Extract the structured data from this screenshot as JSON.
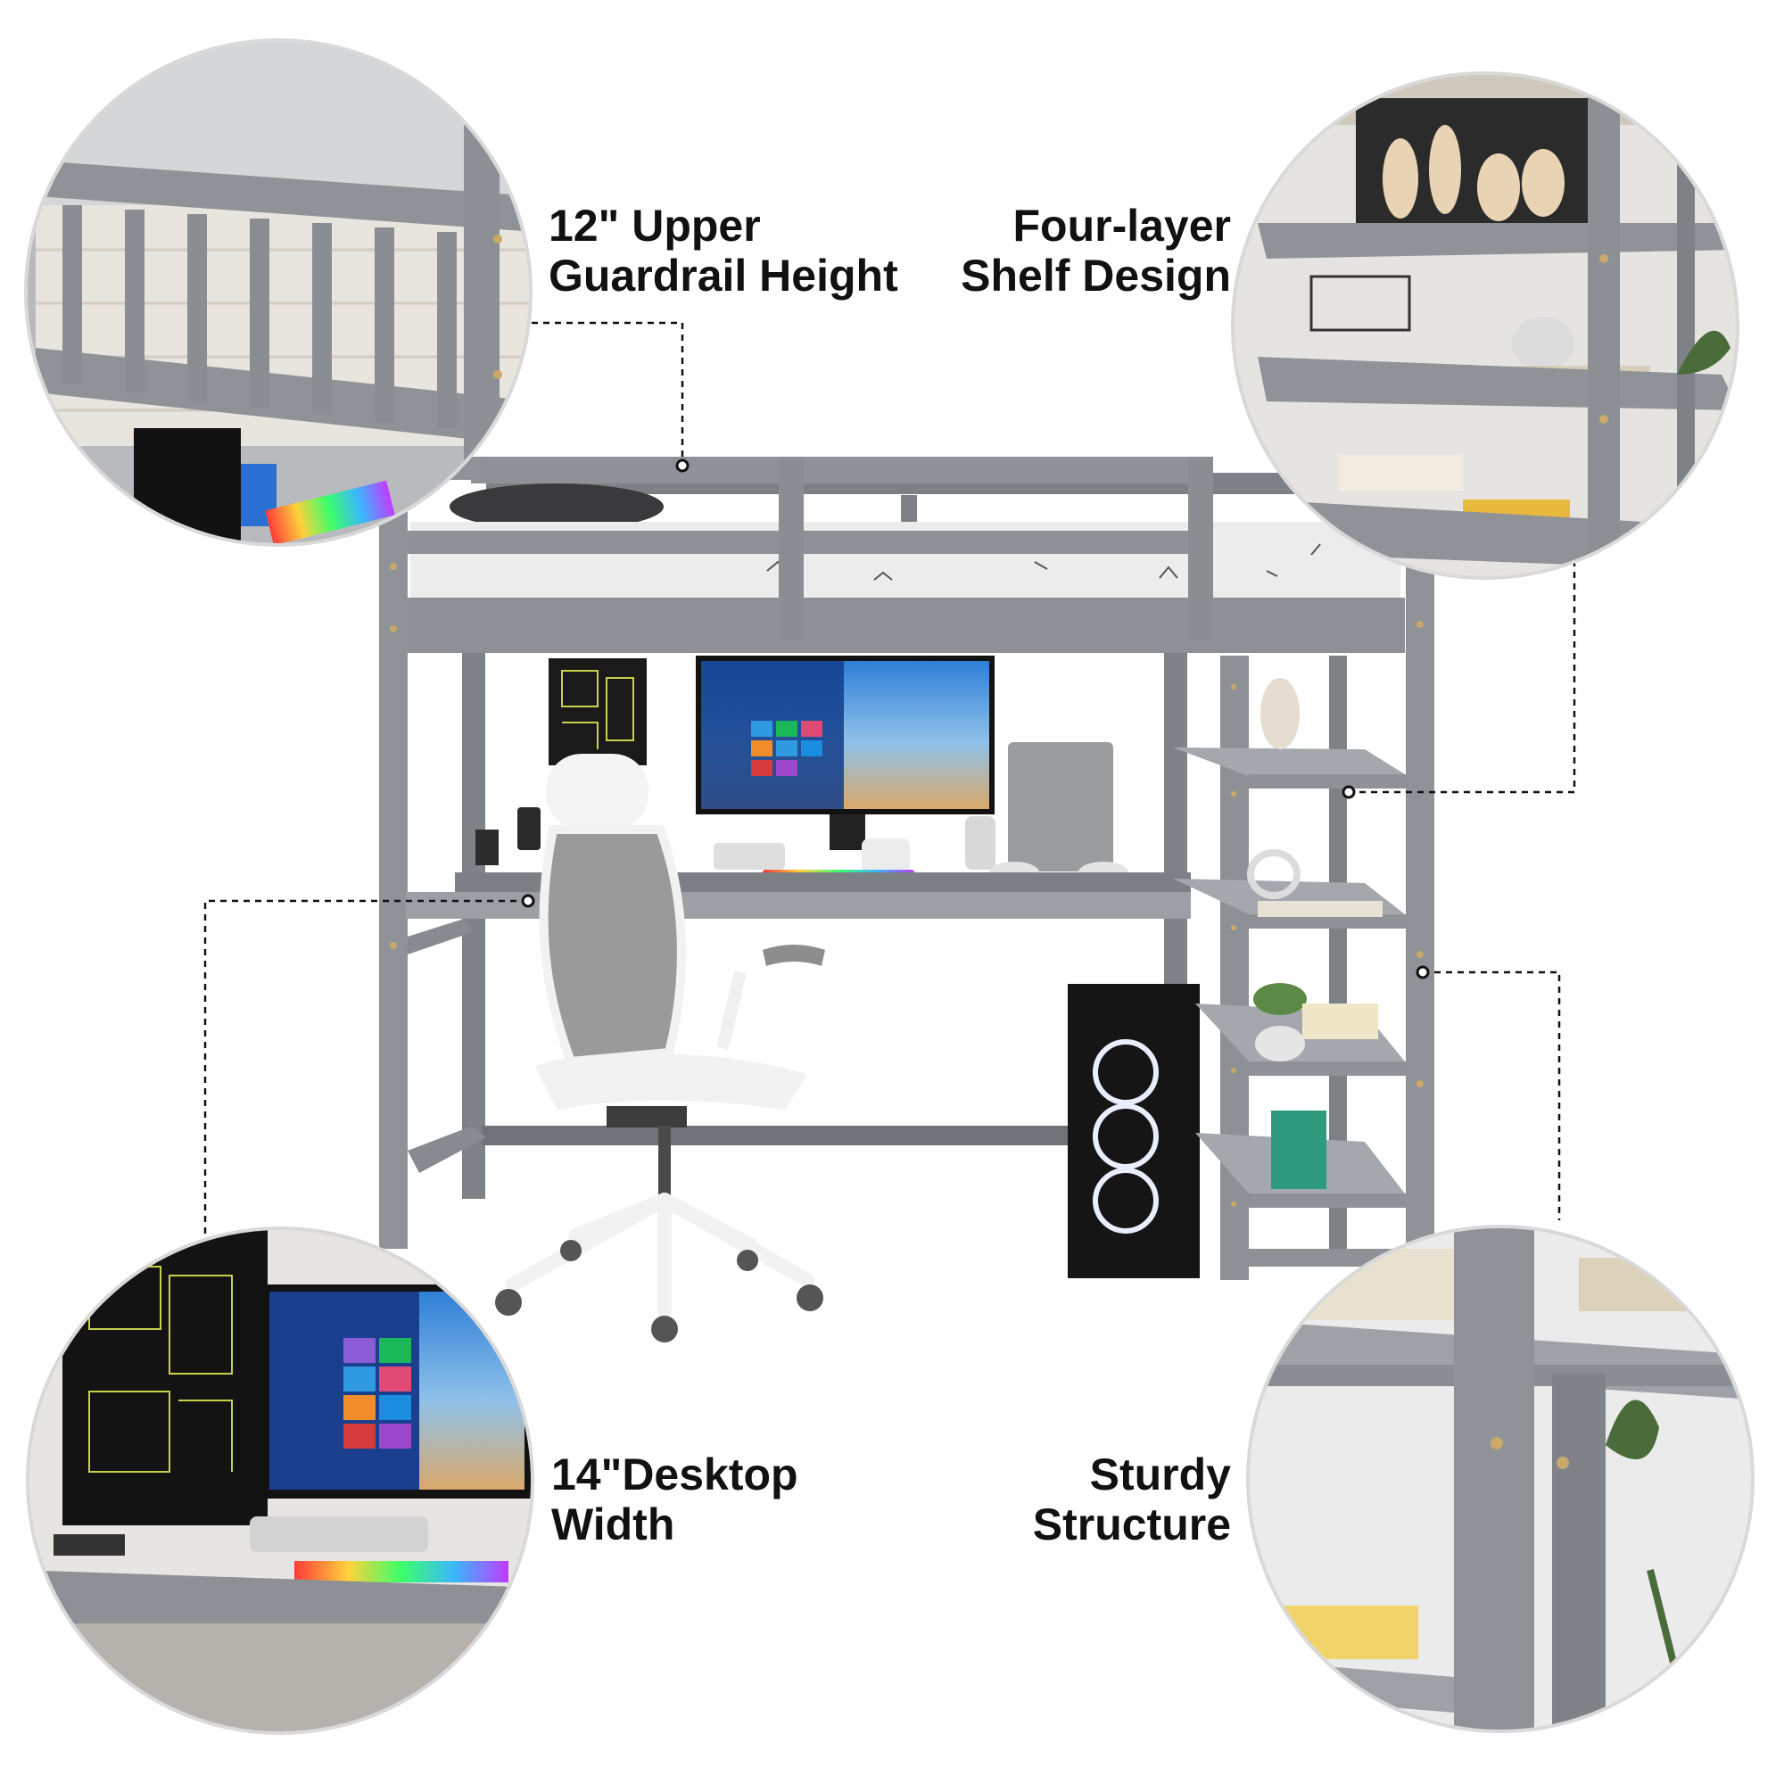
{
  "callouts": {
    "guardrail": {
      "line1": "12\" Upper",
      "line2": "Guardrail Height"
    },
    "shelf": {
      "line1": "Four-layer",
      "line2": "Shelf Design"
    },
    "desktop": {
      "line1": "14\"Desktop",
      "line2": "Width"
    },
    "structure": {
      "line1": "Sturdy",
      "line2": "Structure"
    }
  },
  "colors": {
    "frame": "#8d9196",
    "frame_dark": "#6f7378",
    "frame_light": "#a7abb0",
    "mattress": "#e9e9ea",
    "leader": "#111111",
    "chair": "#f4f4f4",
    "mesh": "#9a9a9a"
  }
}
